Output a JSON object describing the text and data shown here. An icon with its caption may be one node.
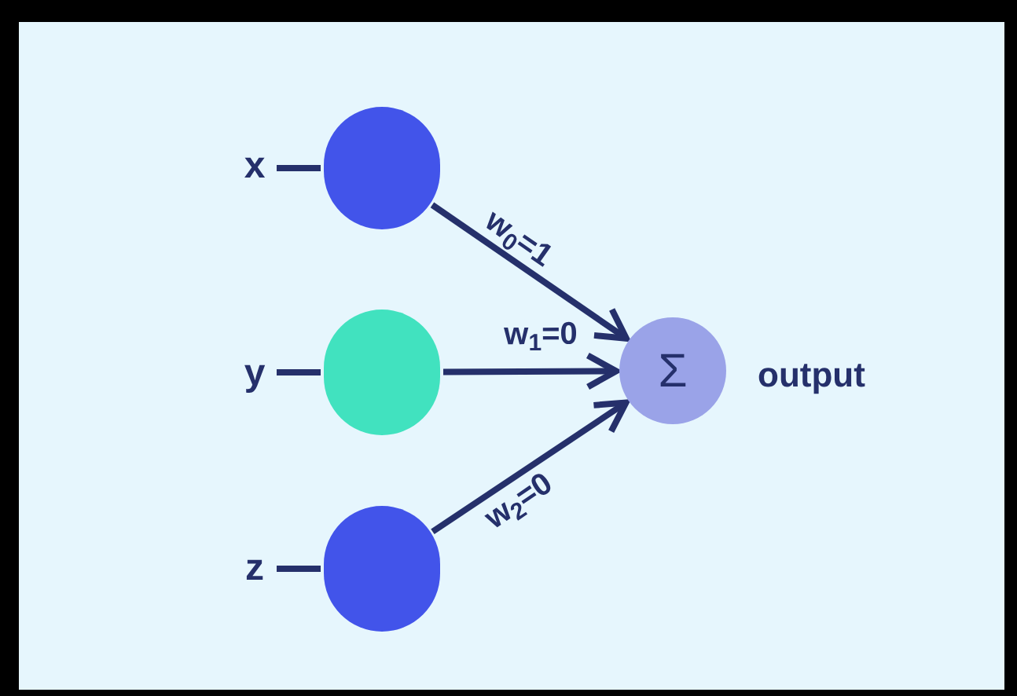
{
  "diagram": {
    "nodes": [
      {
        "text": [
          "x"
        ]
      },
      {
        "text": [],
        "shape": "circle"
      },
      {
        "text": [
          "y"
        ]
      },
      {
        "text": [],
        "shape": "circle"
      },
      {
        "text": [
          "z"
        ]
      },
      {
        "text": [],
        "shape": "circle"
      },
      {
        "text": [
          "Σ"
        ],
        "beside": [
          "output"
        ]
      }
    ],
    "edges": [
      {
        "from": 0,
        "to": 1,
        "arrow": "none"
      },
      {
        "from": 2,
        "to": 3,
        "arrow": "none"
      },
      {
        "from": 4,
        "to": 5,
        "arrow": "none"
      },
      {
        "from": 1,
        "to": 6,
        "arrow": "to",
        "label": "w$_{0}$=1"
      },
      {
        "from": 3,
        "to": 6,
        "arrow": "to",
        "label": "w$_{1}$=0"
      },
      {
        "from": 5,
        "to": 6,
        "arrow": "to",
        "label": "w$_{2}$=0"
      }
    ]
  }
}
